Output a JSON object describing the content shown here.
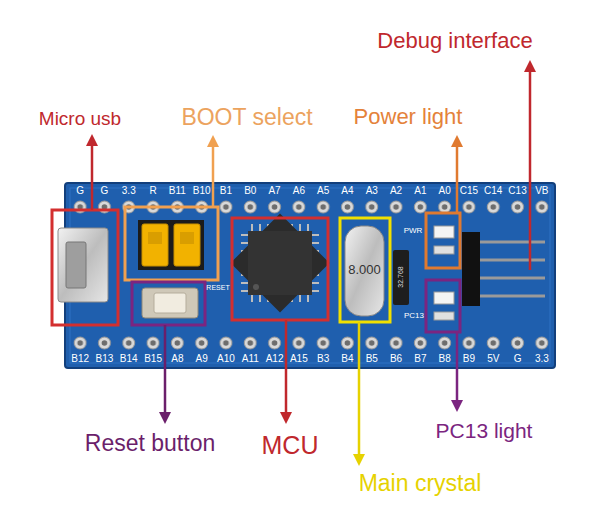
{
  "diagram": {
    "labels": [
      "Debug interface",
      "Micro usb",
      "BOOT select",
      "Power light",
      "G",
      "G",
      "3.3",
      "R",
      "B11",
      "B10",
      "B1",
      "B0",
      "A7",
      "A6",
      "A5",
      "A4",
      "A3",
      "A2",
      "A1",
      "A0",
      "C15",
      "C14",
      "C13",
      "VB",
      "PWR",
      "RESET",
      "8.000",
      "32.768",
      "PC13",
      "B12",
      "B13",
      "B14",
      "B15",
      "A8",
      "A9",
      "A10",
      "A11",
      "A12",
      "A15",
      "B3",
      "B4",
      "B5",
      "B6",
      "B7",
      "B8",
      "B9",
      "5V",
      "G",
      "3.3",
      "Reset button",
      "MCU",
      "PC13 light",
      "Main crystal"
    ]
  }
}
